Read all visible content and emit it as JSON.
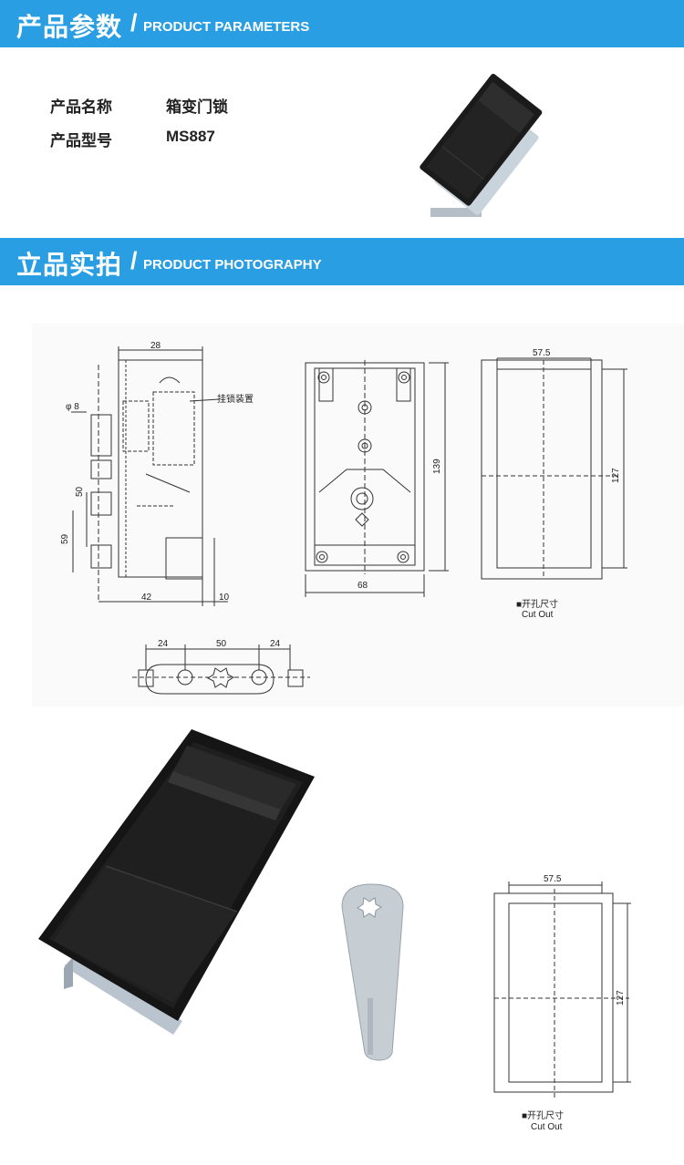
{
  "sections": {
    "parameters": {
      "title_cn": "产品参数",
      "slash": "/",
      "title_en": "PRODUCT PARAMETERS"
    },
    "photography": {
      "title_cn": "立品实拍",
      "slash": "/",
      "title_en": "PRODUCT PHOTOGRAPHY"
    }
  },
  "params": [
    {
      "label": "产品名称",
      "value": "箱变门锁"
    },
    {
      "label": "产品型号",
      "value": "MS887"
    }
  ],
  "drawings": {
    "side_view": {
      "top_width": "28",
      "hole_dia": "φ 8",
      "latch_note": "挂锁装置",
      "dim_50": "50",
      "dim_59": "59",
      "bottom_42": "42",
      "bottom_10": "10"
    },
    "front_view": {
      "height": "139",
      "width": "68"
    },
    "cutout": {
      "width": "57.5",
      "height": "127",
      "label_cn": "■开孔尺寸",
      "label_en": "Cut Out"
    },
    "cam": {
      "left": "24",
      "middle": "50",
      "right": "24"
    }
  },
  "cutout2": {
    "width": "57.5",
    "height": "127",
    "label_cn": "■开孔尺寸",
    "label_en": "Cut Out"
  },
  "colors": {
    "banner": "#2a9ee2",
    "lock_body": "#1b1b1b",
    "metal": "#c9d3dc"
  }
}
